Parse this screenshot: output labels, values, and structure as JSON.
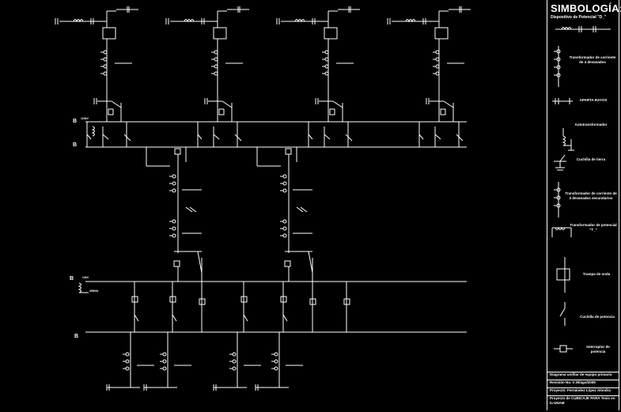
{
  "legend": {
    "title": "SIMBOLOGÍA:",
    "subtitle": "Dispositivo de Potencial \"D_\"",
    "items": [
      {
        "label": "Transformador de corriente de 4 devanados"
      },
      {
        "label": "APARTA RAYOS"
      },
      {
        "label": "Autotransformador"
      },
      {
        "label": "Cuchilla de tierra"
      },
      {
        "label": "Transformador de corriente de 3 devanados secundarios"
      },
      {
        "label": "Transformador de potencial \"T_\""
      },
      {
        "label": "Trampa de onda"
      },
      {
        "label": "Cuchilla de potencia"
      },
      {
        "label": "Interruptor de potencia"
      }
    ]
  },
  "title_block": {
    "row1": "Diagrama unifilar de equipo primario",
    "row2": "Revisión No. 0  30/ago/2009",
    "row3": "Proyectó: Fernández López Alondra",
    "row4": "Proyecto de CUBICAJE PARA Tesis en la UNAM"
  },
  "buses": {
    "top_a": "B",
    "top_b": "B",
    "mid_a": "B",
    "mid_b": "B"
  },
  "labels": {
    "kv_top": "115kV",
    "kv_mid": "13kV",
    "mva": "30MVA"
  }
}
